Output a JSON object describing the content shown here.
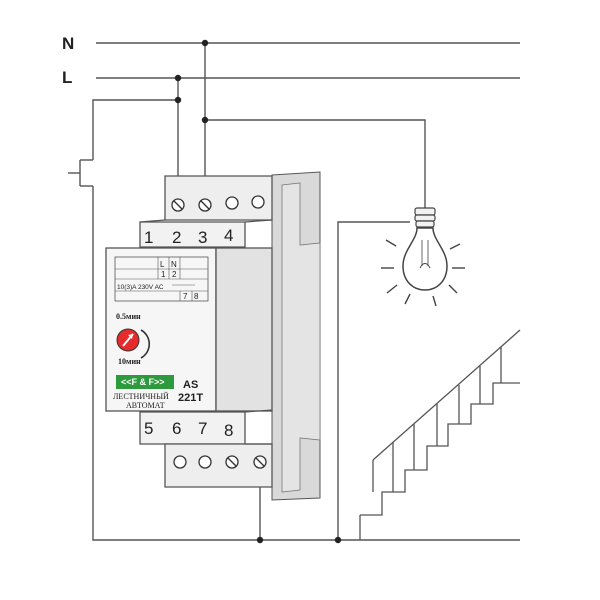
{
  "buses": {
    "n_label": "N",
    "l_label": "L"
  },
  "device": {
    "top_terminals": [
      "1",
      "2",
      "3",
      "4"
    ],
    "bottom_terminals": [
      "5",
      "6",
      "7",
      "8"
    ],
    "schematic": {
      "l_label": "L",
      "n_label": "N",
      "t1": "1",
      "t2": "2",
      "t7": "7",
      "t8": "8",
      "rating": "10(3)A 230V AC"
    },
    "knob": {
      "min_label": "0.5мин",
      "max_label": "10мин"
    },
    "brand": "<<F & F>>",
    "name_line1": "ЛЕСТНИЧНЫЙ",
    "name_line2": "АВТОМАТ",
    "model_line1": "AS",
    "model_line2": "221T",
    "brand_color": "#2e9a3e",
    "knob_color": "#e52b2b"
  }
}
